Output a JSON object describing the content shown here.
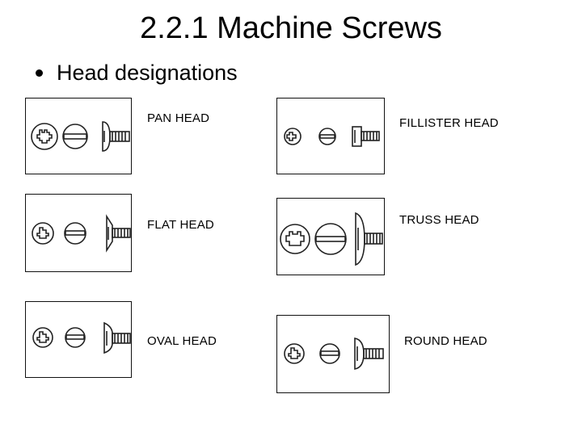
{
  "slide": {
    "title": "2.2.1 Machine Screws",
    "bullet": "Head designations"
  },
  "heads": [
    {
      "label": "PAN HEAD",
      "icon": "pan-head-screw-icon"
    },
    {
      "label": "FILLISTER HEAD",
      "icon": "fillister-head-screw-icon"
    },
    {
      "label": "FLAT HEAD",
      "icon": "flat-head-screw-icon"
    },
    {
      "label": "TRUSS HEAD",
      "icon": "truss-head-screw-icon"
    },
    {
      "label": "OVAL HEAD",
      "icon": "oval-head-screw-icon"
    },
    {
      "label": "ROUND HEAD",
      "icon": "round-head-screw-icon"
    }
  ]
}
